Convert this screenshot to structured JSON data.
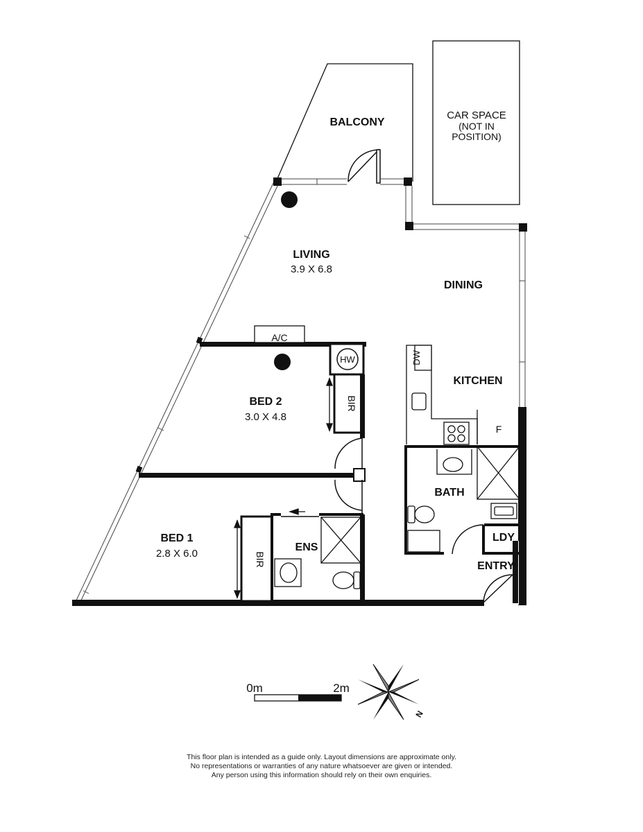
{
  "rooms": {
    "balcony": "BALCONY",
    "car_space": [
      "CAR SPACE",
      "(NOT IN",
      "POSITION)"
    ],
    "living": {
      "name": "LIVING",
      "dims": "3.9 X 6.8"
    },
    "dining": "DINING",
    "kitchen": "KITCHEN",
    "bed2": {
      "name": "BED 2",
      "dims": "3.0 X 4.8"
    },
    "bed1": {
      "name": "BED 1",
      "dims": "2.8 X 6.0"
    },
    "ens": "ENS",
    "bath": "BATH",
    "ldy": "LDY",
    "entry": "ENTRY"
  },
  "fixtures": {
    "ac": "A/C",
    "hw": "HW",
    "bir": "BIR",
    "dw": "DW",
    "fridge": "F"
  },
  "scale": {
    "start": "0m",
    "end": "2m"
  },
  "compass": {
    "north": "N"
  },
  "disclaimer": [
    "This floor plan is intended as a guide only. Layout dimensions are approximate only.",
    "No representations or warranties of any nature whatsoever are given or intended.",
    "Any person using this information should rely on their own enquiries."
  ],
  "colors": {
    "wall": "#111111",
    "window": "#555555",
    "background": "#ffffff"
  }
}
